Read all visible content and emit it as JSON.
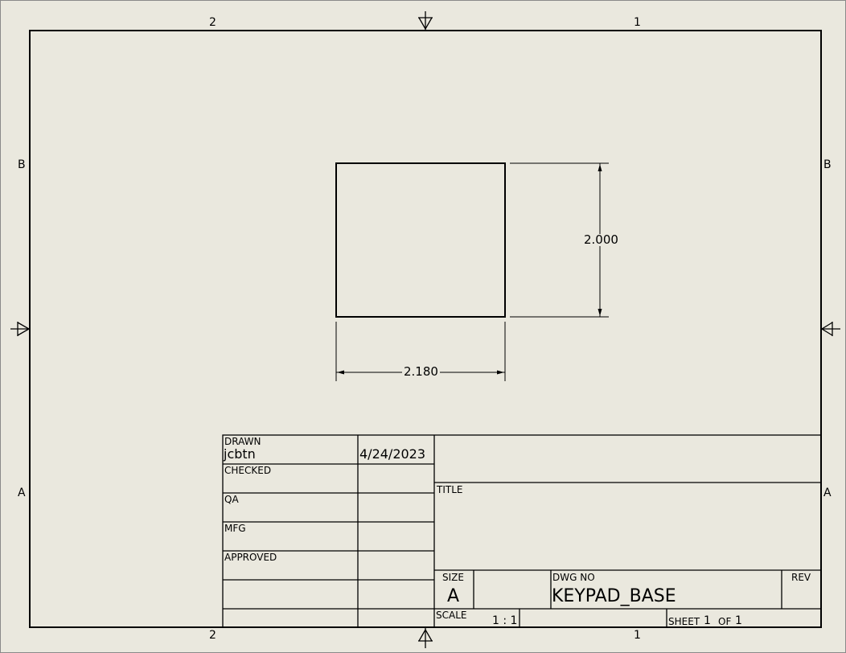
{
  "zones": {
    "columns": [
      "2",
      "1"
    ],
    "rows": [
      "B",
      "A"
    ]
  },
  "part": {
    "dim_width": "2.180",
    "dim_height": "2.000"
  },
  "title_block": {
    "drawn_label": "DRAWN",
    "drawn_by": "jcbtn",
    "drawn_date": "4/24/2023",
    "checked_label": "CHECKED",
    "qa_label": "QA",
    "mfg_label": "MFG",
    "approved_label": "APPROVED",
    "title_label": "TITLE",
    "size_label": "SIZE",
    "size_value": "A",
    "dwg_no_label": "DWG NO",
    "dwg_no_value": "KEYPAD_BASE",
    "rev_label": "REV",
    "scale_label": "SCALE",
    "scale_value": "1 : 1",
    "sheet_label": "SHEET",
    "sheet_number": "1",
    "of_label": "OF",
    "sheet_total": "1"
  },
  "colors": {
    "paper": "#eae8de",
    "ink": "#000000"
  }
}
